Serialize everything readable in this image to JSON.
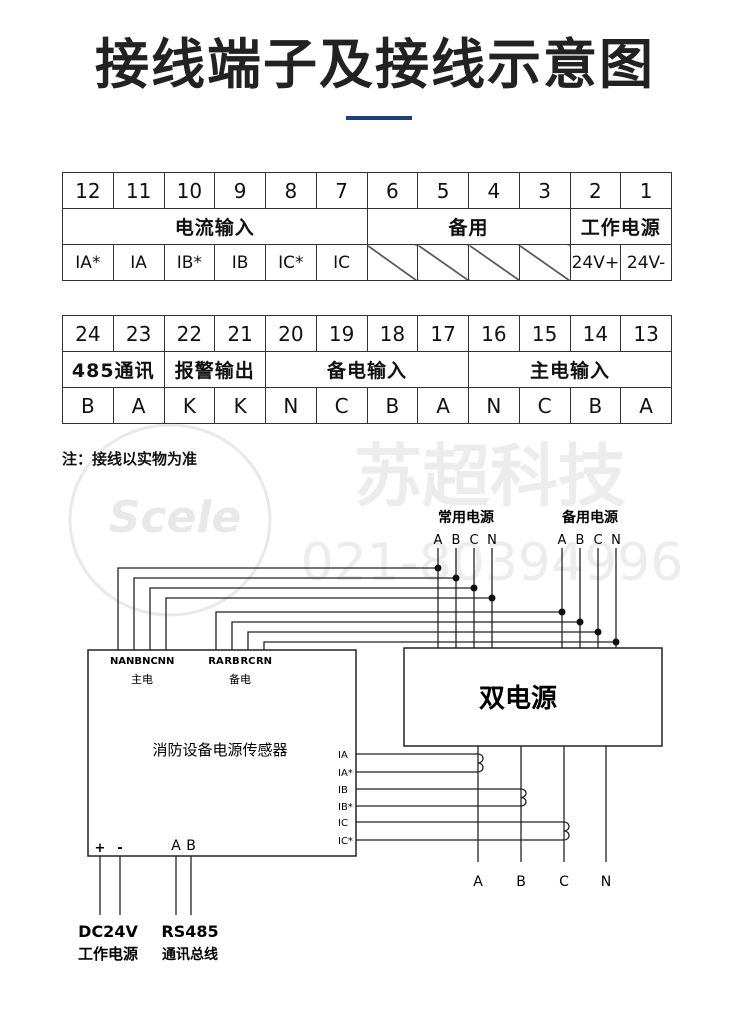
{
  "title": "接线端子及接线示意图",
  "accent_color": "#1f3f7a",
  "table1": {
    "numbers": [
      "12",
      "11",
      "10",
      "9",
      "8",
      "7",
      "6",
      "5",
      "4",
      "3",
      "2",
      "1"
    ],
    "groups": {
      "current_input": "电流输入",
      "spare": "备用",
      "work_power": "工作电源"
    },
    "signals": [
      "IA*",
      "IA",
      "IB*",
      "IB",
      "IC*",
      "IC",
      "",
      "",
      "",
      "",
      "24V+",
      "24V-"
    ]
  },
  "table2": {
    "numbers": [
      "24",
      "23",
      "22",
      "21",
      "20",
      "19",
      "18",
      "17",
      "16",
      "15",
      "14",
      "13"
    ],
    "groups": {
      "comm": "485通讯",
      "alarm": "报警输出",
      "backup_input": "备电输入",
      "main_input": "主电输入"
    },
    "signals": [
      "B",
      "A",
      "K",
      "K",
      "N",
      "C",
      "B",
      "A",
      "N",
      "C",
      "B",
      "A"
    ]
  },
  "note": "注：接线以实物为准",
  "watermark": {
    "brand": "苏超科技",
    "phone": "021-80394996",
    "logo": "Scele"
  },
  "diagram": {
    "common_power": "常用电源",
    "backup_power": "备用电源",
    "common_phases": [
      "A",
      "B",
      "C",
      "N"
    ],
    "backup_phases": [
      "A",
      "B",
      "C",
      "N"
    ],
    "dual_power": "双电源",
    "sensor_title": "消防设备电源传感器",
    "main_terms": [
      "NA",
      "NB",
      "NC",
      "NN"
    ],
    "main_label": "主电",
    "backup_terms": [
      "RA",
      "RB",
      "RC",
      "RN"
    ],
    "backup_label": "备电",
    "ct_terms": [
      "IA",
      "IA*",
      "IB",
      "IB*",
      "IC",
      "IC*"
    ],
    "bottom_phases": [
      "A",
      "B",
      "C",
      "N"
    ],
    "power_terms": [
      "+",
      "-"
    ],
    "bus_terms": [
      "A",
      "B"
    ],
    "dc_label": "DC24V",
    "work_power_label": "工作电源",
    "rs485_label": "RS485",
    "bus_label": "通讯总线"
  }
}
